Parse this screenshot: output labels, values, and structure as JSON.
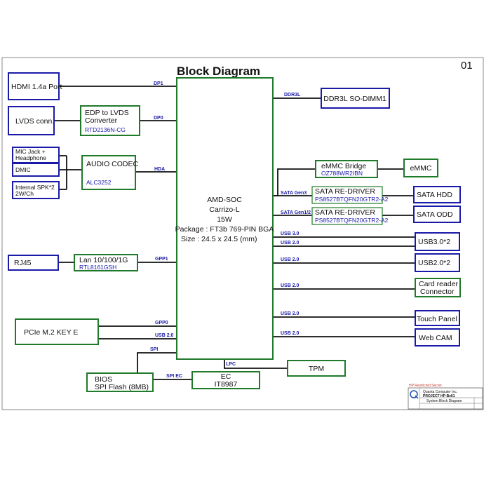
{
  "title": "Block Diagram",
  "page_number": "01",
  "soc": {
    "l1": "AMD-SOC",
    "l2": "Carrizo-L",
    "l3": "15W",
    "l4": "Package : FT3b 769-PIN BGA",
    "l5": "Size : 24.5 x 24.5 (mm)"
  },
  "blocks": {
    "hdmi": "HDMI 1.4a Port",
    "lvds_conn": "LVDS conn.",
    "edp_l1": "EDP to LVDS",
    "edp_l2": "Converter",
    "edp_part": "RTD2136N-CG",
    "mic_l1": "MIC Jack  +",
    "mic_l2": "Headphone",
    "dmic": "DMIC",
    "spk_l1": "Internal SPK*2",
    "spk_l2": "2W/Ch",
    "audio": "AUDIO CODEC",
    "audio_part": "ALC3252",
    "rj45": "RJ45",
    "lan": "Lan 10/100/1G",
    "lan_part": "RTL8161GSH",
    "pcie": "PCIe M.2 KEY E",
    "bios_l1": "BIOS",
    "bios_l2": "SPI Flash (8MB)",
    "ec": "EC",
    "ec_part": "IT8987",
    "tpm": "TPM",
    "ddr": "DDR3L SO-DIMM1",
    "emmc_bridge": "eMMC Bridge",
    "emmc_bridge_part": "OZ788WR2IBN",
    "emmc": "eMMC",
    "redriver": "SATA RE-DRIVER",
    "redriver_part": "PS8527BTQFN20GTR2-A2",
    "sata_hdd": "SATA HDD",
    "sata_odd": "SATA ODD",
    "usb3": "USB3.0*2",
    "usb2": "USB2.0*2",
    "card_l1": "Card reader",
    "card_l2": "Connector",
    "touch": "Touch Panel",
    "webcam": "Web CAM"
  },
  "buses": {
    "dp1": "DP1",
    "dp0": "DP0",
    "hda": "HDA",
    "gpp1": "GPP1",
    "gpp0": "GPP0",
    "usb20_pcie": "USB 2.0",
    "spi": "SPI",
    "spi_ec": "SPI EC",
    "lpc": "LPC",
    "ddr3l": "DDR3L",
    "sata_gen3": "SATA Gen3",
    "sata_gen12": "SATA Gen1/2",
    "usb30": "USB 3.0",
    "usb20_a": "USB 2.0",
    "usb20_b": "USB 2.0",
    "usb20_c": "USB 2.0",
    "usb20_d": "USB 2.0",
    "usb20_e": "USB 2.0"
  },
  "title_block": {
    "restricted": "HP Restricted Secret",
    "company": "Quanta Computer Inc.",
    "project": "PROJECT  HP-Bell1",
    "doc_title": "System Block Diagram"
  }
}
